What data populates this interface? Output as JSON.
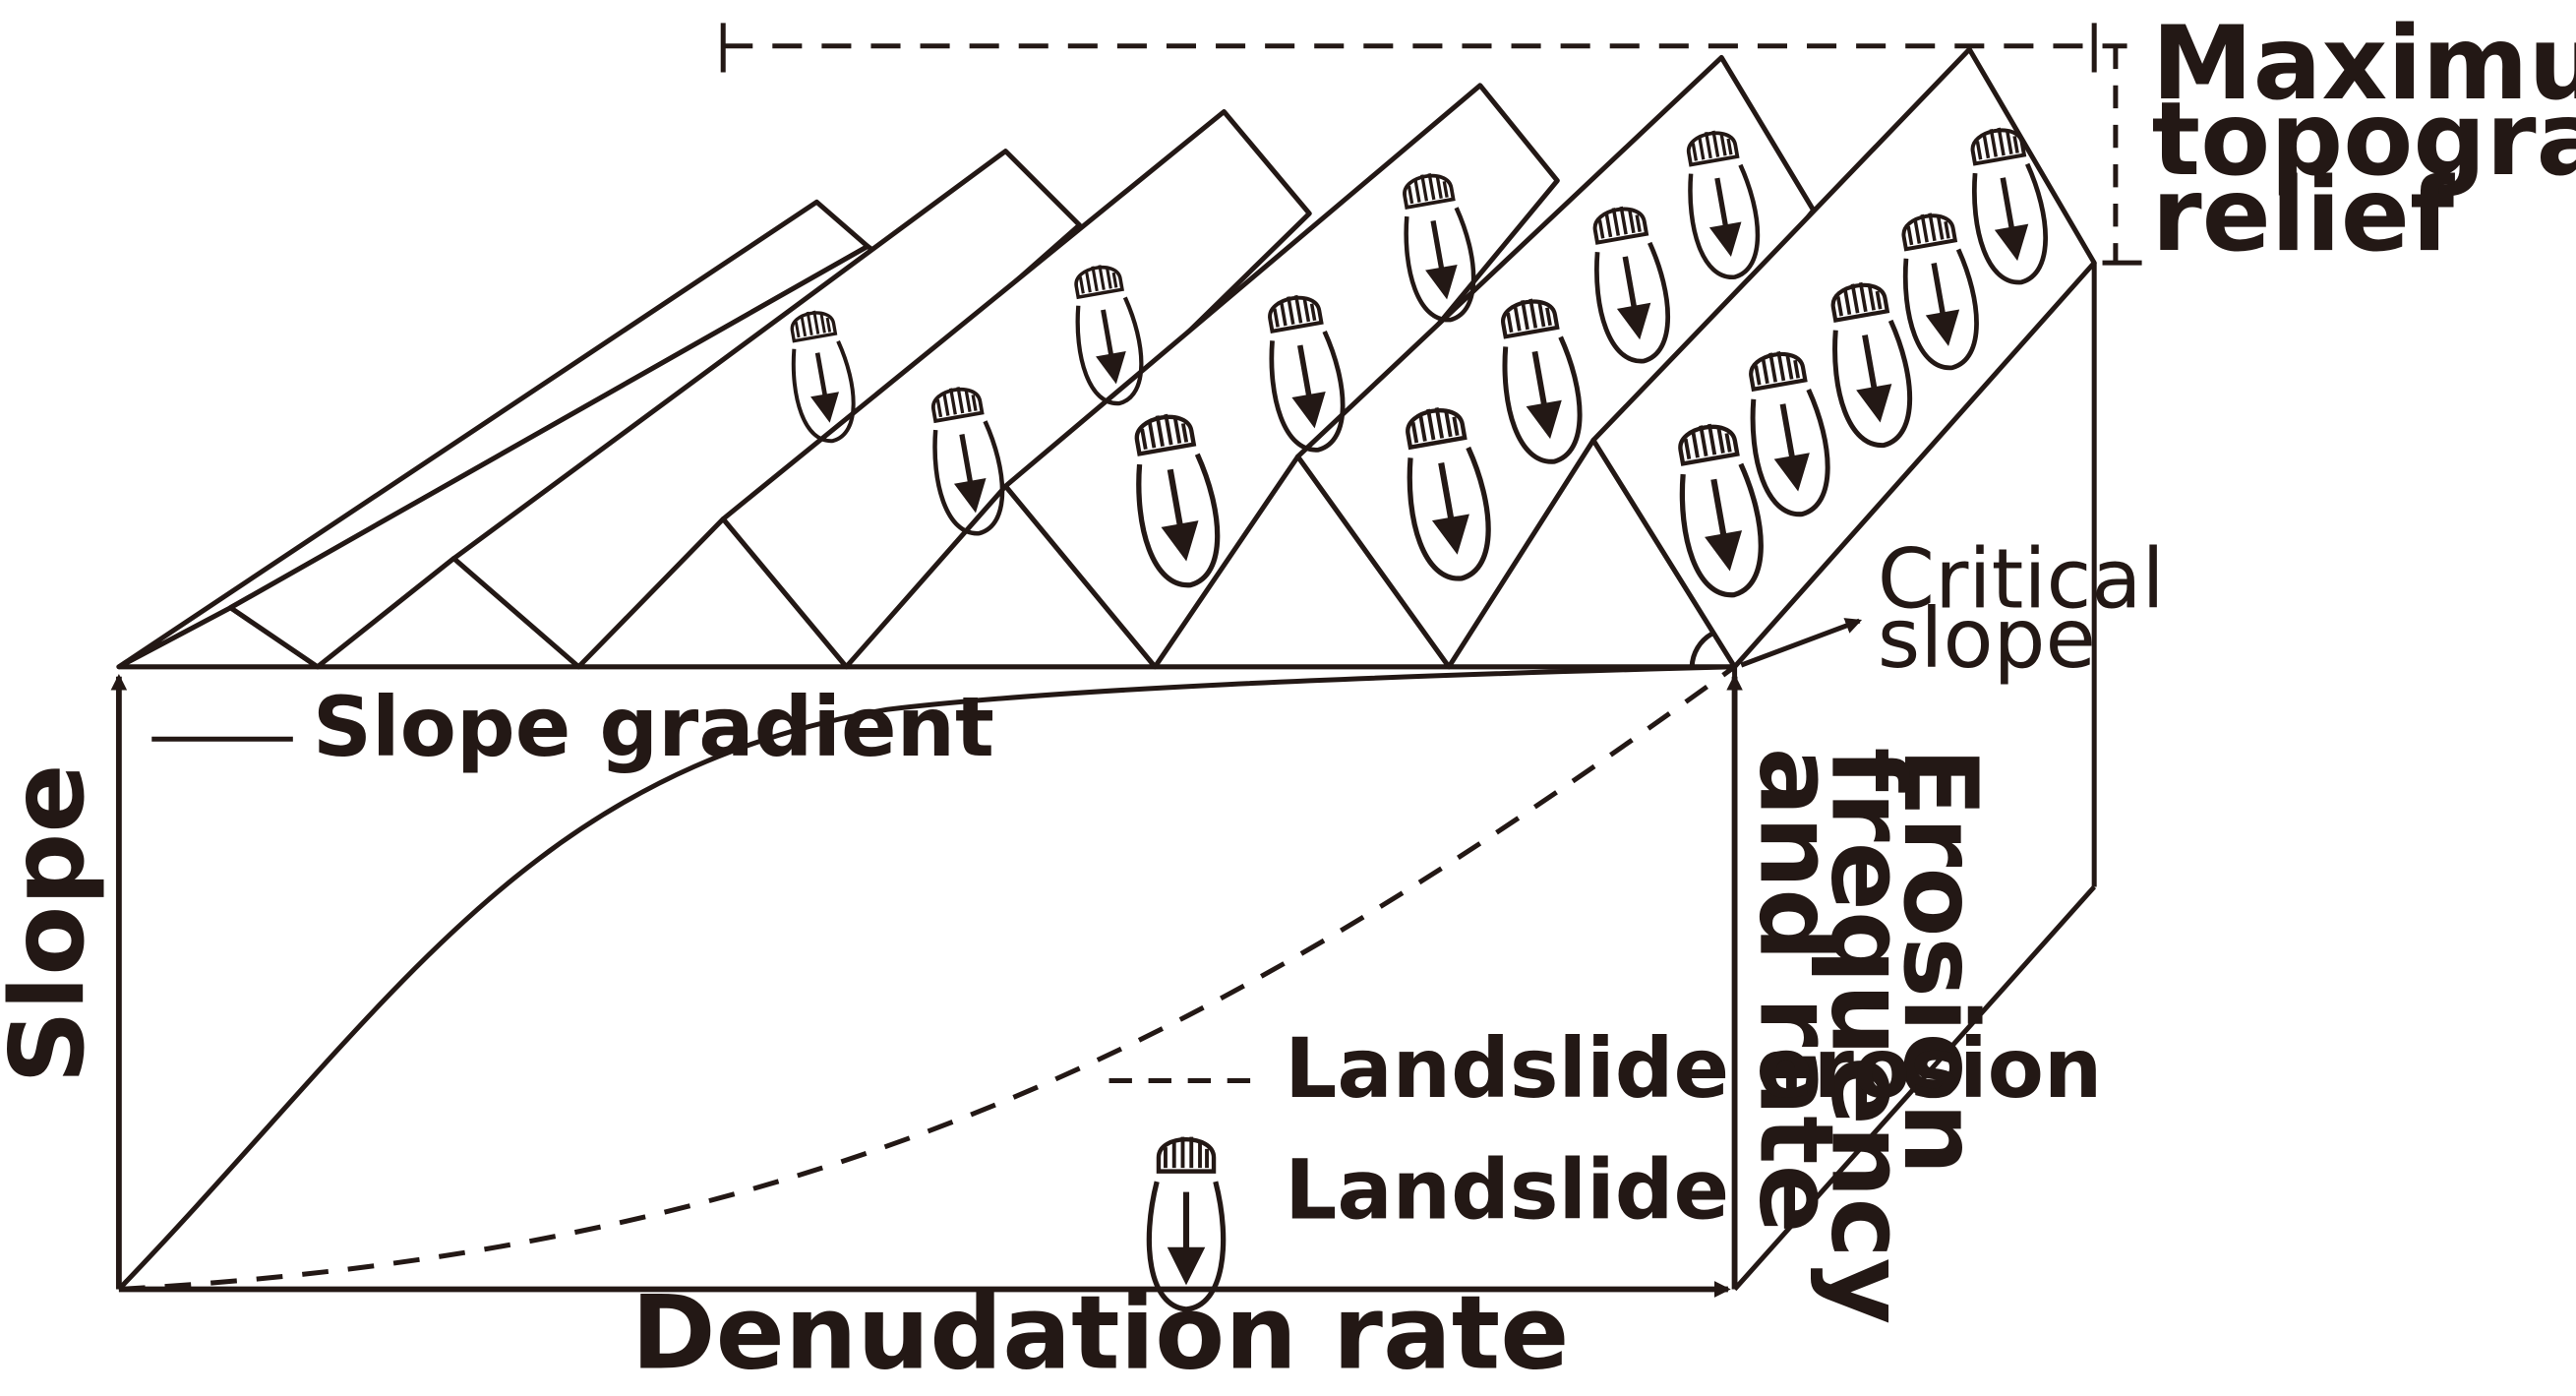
{
  "labels": {
    "max_relief": [
      "Maximum",
      "topographic",
      "relief"
    ],
    "critical_slope": [
      "Critical",
      "slope"
    ],
    "slope_gradient": "Slope gradient",
    "erosion": [
      "Erosion",
      "frequency",
      "and rate"
    ],
    "slope_axis": "Slope",
    "landslide_erosion": "Landslide erosion",
    "landslide": "Landslide",
    "denudation": "Denudation rate"
  },
  "legend": {
    "items": [
      {
        "key": "solid",
        "label_ref": "slope_gradient"
      },
      {
        "key": "dashed",
        "label_ref": "landslide_erosion"
      },
      {
        "key": "landslide-symbol",
        "label_ref": "landslide"
      }
    ]
  },
  "colors": {
    "ink": "#231815",
    "background": "#ffffff"
  },
  "icons": [
    "landslide-icon",
    "arrow-icon"
  ]
}
